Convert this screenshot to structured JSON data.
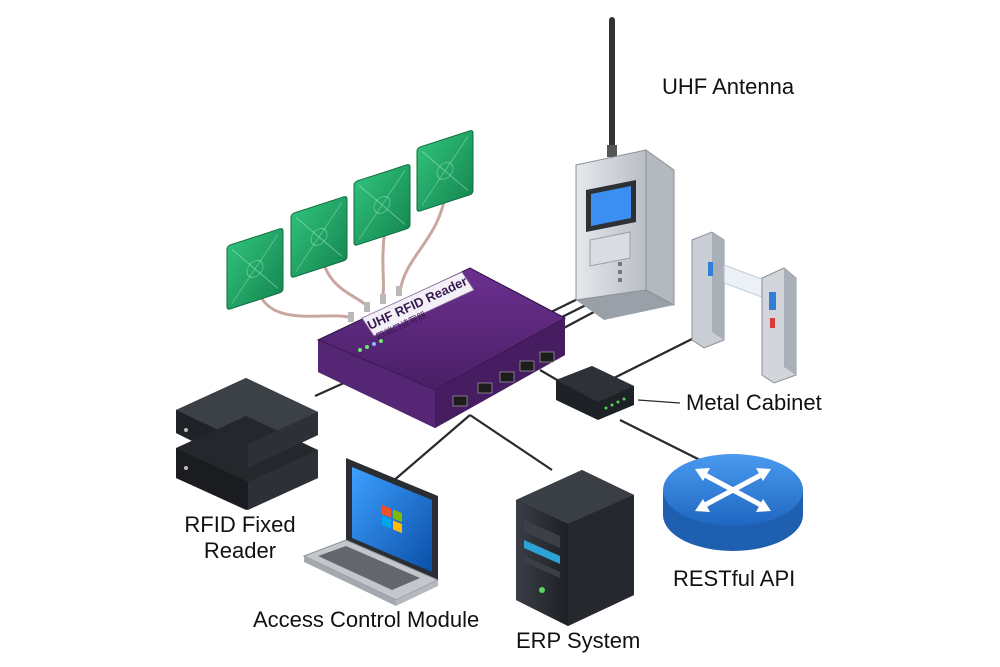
{
  "labels": {
    "uhf_antenna": "UHF Antenna",
    "metal_cabinet": "Metal Cabinet",
    "rfid_fixed_reader_line1": "RFID Fixed",
    "rfid_fixed_reader_line2": "Reader",
    "restful_api": "RESTful API",
    "access_control_module": "Access Control Module",
    "erp_system": "ERP System"
  },
  "reader": {
    "title": "UHF RFID Reader",
    "subtitle": "四端口读写器"
  },
  "colors": {
    "reader_body": "#5a2778",
    "antenna_panel": "#1fa566",
    "router": "#2f7fd6",
    "cabinet": "#cfd3d8",
    "server": "#2b2e33",
    "screen": "#1a76d2"
  },
  "icons": [
    "antenna-panel-icon",
    "laptop-icon",
    "server-tower-icon",
    "router-icon",
    "turnstile-icon",
    "network-switch-icon"
  ]
}
